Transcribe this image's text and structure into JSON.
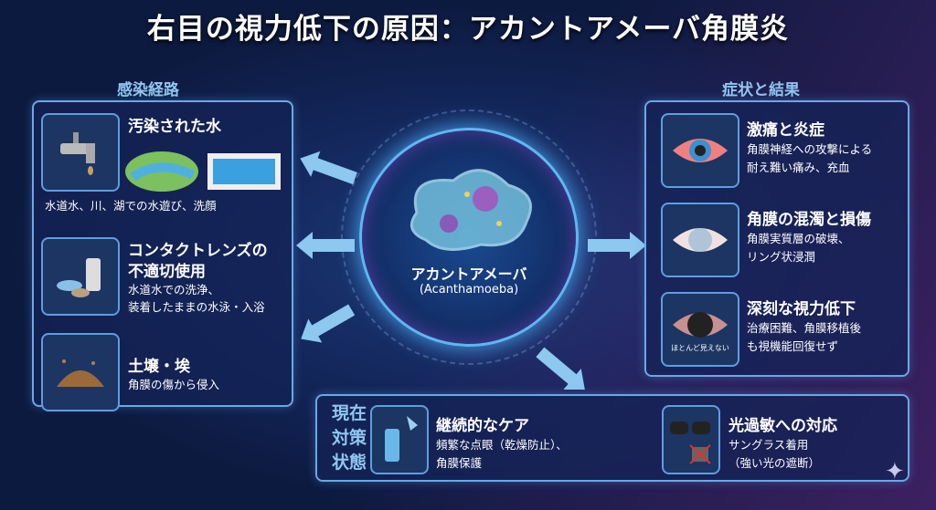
{
  "title": "右目の視力低下の原因：アカントアメーバ角膜炎",
  "infection": {
    "heading": "感染経路",
    "items": [
      {
        "title": "汚染された水",
        "desc": "水道水、川、湖での水遊び、洗顔",
        "icon": "water-faucet-river-pool-icon"
      },
      {
        "title": "コンタクトレンズの",
        "title2": "不適切使用",
        "desc": "水道水での洗浄、",
        "desc2": "装着したままの水泳・入浴",
        "icon": "contact-lens-icon"
      },
      {
        "title": "土壌・埃",
        "desc": "角膜の傷から侵入",
        "icon": "soil-icon"
      }
    ]
  },
  "center": {
    "name": "アカントアメーバ",
    "latin": "(Acanthamoeba)"
  },
  "symptoms": {
    "heading": "症状と結果",
    "items": [
      {
        "title": "激痛と炎症",
        "desc": "角膜神経への攻撃による",
        "desc2": "耐え難い痛み、充血"
      },
      {
        "title": "角膜の混濁と損傷",
        "desc": "角膜実質層の破壊、",
        "desc2": "リング状浸潤"
      },
      {
        "title": "深刻な視力低下",
        "desc": "治療困難、角膜移植後",
        "desc2": "も視機能回復せず",
        "icon_label": "ほとんど見えない"
      }
    ]
  },
  "care": {
    "label": "現在対策状態",
    "label_lines": [
      "現在",
      "対策",
      "状態"
    ],
    "items": [
      {
        "title": "継続的なケア",
        "desc": "頻繁な点眼（乾燥防止）、",
        "desc2": "角膜保護"
      },
      {
        "title": "光過敏への対応",
        "desc": "サングラス着用",
        "desc2": "（強い光の遮断）"
      }
    ]
  },
  "colors": {
    "accent": "#8fc6f0",
    "border": "#6aa8e6"
  }
}
